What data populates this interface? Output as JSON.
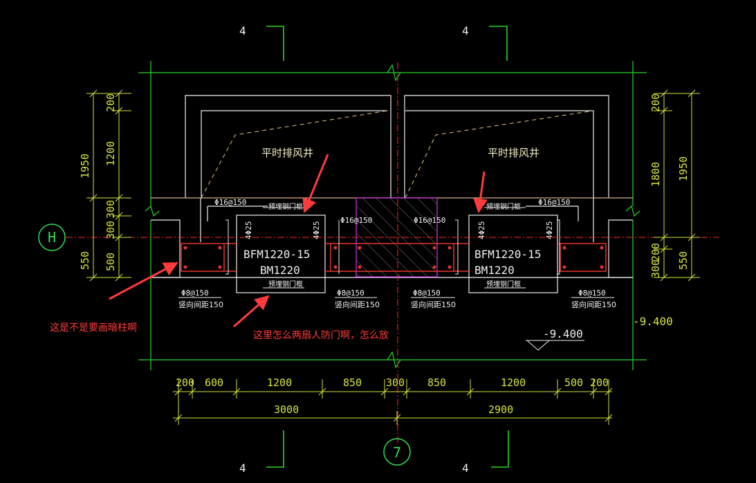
{
  "colors": {
    "background": "#000000",
    "outline_green": "#27d827",
    "wall_white": "#f0f0f0",
    "dim_yellow": "#d8e63a",
    "axis_red": "#ff2a2a",
    "rebar_red": "#e8322e",
    "column_magenta": "#c431d6",
    "tan_line": "#d4b47c",
    "label_cream": "#f2ecc2",
    "annotation_red": "#ff3b3b",
    "axis_bubble_green": "#33dd55"
  },
  "section_marks": {
    "top_left": "4",
    "top_right": "4",
    "bottom_left": "4",
    "bottom_right": "4"
  },
  "axis_bubbles": {
    "horizontal": "H",
    "vertical": "7"
  },
  "shaft_labels": {
    "left": "平时排风井",
    "right": "平时排风井"
  },
  "rebar_labels": {
    "top_left": "Φ16@150",
    "top_right": "Φ16@150",
    "mid_left": "Φ16@150",
    "mid_right": "Φ16@150",
    "bottom_1": "Φ8@150",
    "bottom_2": "Φ8@150",
    "bottom_3": "Φ8@150",
    "bottom_4": "Φ8@150",
    "vertical_1": "4Φ25",
    "vertical_2": "4Φ25",
    "vertical_3": "4Φ25",
    "vertical_4": "4Φ25",
    "spacing_1": "竖向间距150",
    "spacing_2": "竖向间距150",
    "spacing_3": "竖向间距150",
    "spacing_4": "竖向间距150"
  },
  "door_frame_labels": {
    "left_top": "预埋钢门框",
    "left_bottom": "预埋钢门框",
    "right_top": "预埋钢门框",
    "right_bottom": "预埋钢门框"
  },
  "door_labels": {
    "left_line1": "BFM1220-15",
    "left_line2": "BM1220",
    "right_line1": "BFM1220-15",
    "right_line2": "BM1220"
  },
  "level_marks": {
    "right_edge": "-9.400",
    "marker": "-9.400"
  },
  "left_dims": {
    "outer_total": "1950",
    "segments": [
      "200",
      "1200",
      "300",
      "300",
      "500"
    ],
    "lower": "550"
  },
  "right_dims": {
    "outer_total": "1950",
    "segments": [
      "200",
      "1800",
      "200",
      "300"
    ],
    "lower": "550"
  },
  "bottom_dims": {
    "segments": [
      "200",
      "600",
      "1200",
      "850",
      "300",
      "850",
      "1200",
      "500",
      "200"
    ],
    "totals": [
      "3000",
      "2900"
    ]
  },
  "annotations": {
    "left_question": "这是不是要画暗柱啊",
    "center_question": "这里怎么两扇人防门啊，怎么放"
  }
}
